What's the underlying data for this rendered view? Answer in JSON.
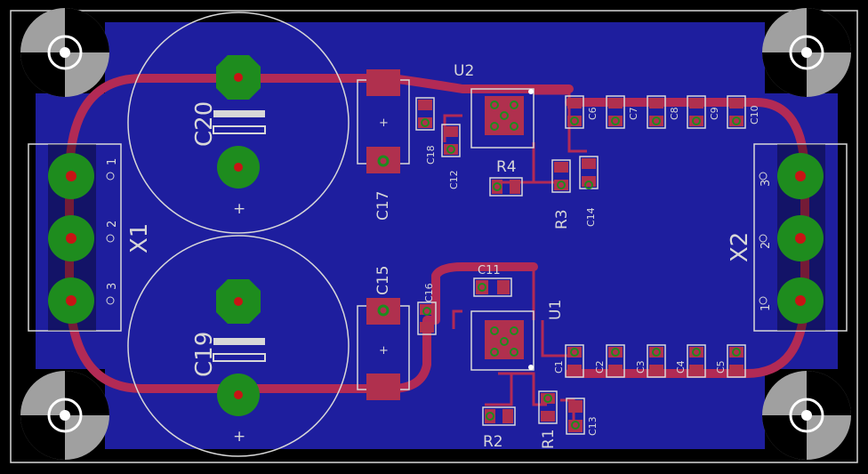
{
  "colors": {
    "background": "#000000",
    "copper_pour": "#1e1e9e",
    "trace": "#b22a55",
    "silkscreen": "#d8d8d8",
    "pad_green": "#1e8c1e",
    "drill": "#c81414",
    "smd_pad": "#b0304e",
    "pin_marker": "#ffffff"
  },
  "connectors": {
    "x1": {
      "name": "X1",
      "pins": [
        "1",
        "2",
        "3"
      ]
    },
    "x2": {
      "name": "X2",
      "pins": [
        "3",
        "2",
        "1"
      ]
    }
  },
  "capacitors_large": {
    "c20": {
      "name": "C20"
    },
    "c19": {
      "name": "C19"
    }
  },
  "capacitors_smd_tall": {
    "c17": {
      "name": "C17"
    },
    "c15": {
      "name": "C15"
    }
  },
  "ics": {
    "u2": {
      "name": "U2"
    },
    "u1": {
      "name": "U1"
    }
  },
  "resistors": {
    "r1": {
      "name": "R1"
    },
    "r2": {
      "name": "R2"
    },
    "r3": {
      "name": "R3"
    },
    "r4": {
      "name": "R4"
    }
  },
  "capacitors_small": {
    "c1": {
      "name": "C1"
    },
    "c2": {
      "name": "C2"
    },
    "c3": {
      "name": "C3"
    },
    "c4": {
      "name": "C4"
    },
    "c5": {
      "name": "C5"
    },
    "c6": {
      "name": "C6"
    },
    "c7": {
      "name": "C7"
    },
    "c8": {
      "name": "C8"
    },
    "c9": {
      "name": "C9"
    },
    "c10": {
      "name": "C10"
    },
    "c11": {
      "name": "C11"
    },
    "c12": {
      "name": "C12"
    },
    "c13": {
      "name": "C13"
    },
    "c14": {
      "name": "C14"
    },
    "c16": {
      "name": "C16"
    },
    "c18": {
      "name": "C18"
    }
  },
  "polarity_mark": "+",
  "mounting_holes": [
    "top-left",
    "top-right",
    "bottom-left",
    "bottom-right"
  ]
}
